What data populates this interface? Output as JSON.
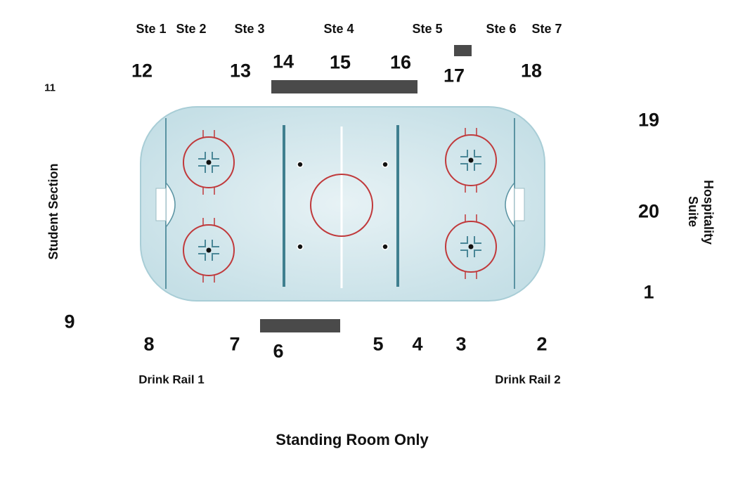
{
  "suites": [
    "Ste 1",
    "Ste 2",
    "Ste 3",
    "Ste 4",
    "Ste 5",
    "Ste 6",
    "Ste 7"
  ],
  "sections": {
    "s1": "1",
    "s2": "2",
    "s3": "3",
    "s4": "4",
    "s5": "5",
    "s6": "6",
    "s7": "7",
    "s8": "8",
    "s9": "9",
    "s11": "11",
    "s12": "12",
    "s13": "13",
    "s14": "14",
    "s15": "15",
    "s16": "16",
    "s17": "17",
    "s18": "18",
    "s19": "19",
    "s20": "20"
  },
  "areas": {
    "student_section": "Student Section",
    "hospitality_suite": "Hospitality Suite",
    "drink_rail_1": "Drink Rail 1",
    "drink_rail_2": "Drink Rail 2",
    "standing_room": "Standing Room Only"
  },
  "colors": {
    "ice": "#d9e9ee",
    "board": "#a8cdd6",
    "blue_line": "#3f7f8f",
    "red_line": "#c0393b",
    "center_line": "#ffffff",
    "bar": "#4a4a4a"
  }
}
